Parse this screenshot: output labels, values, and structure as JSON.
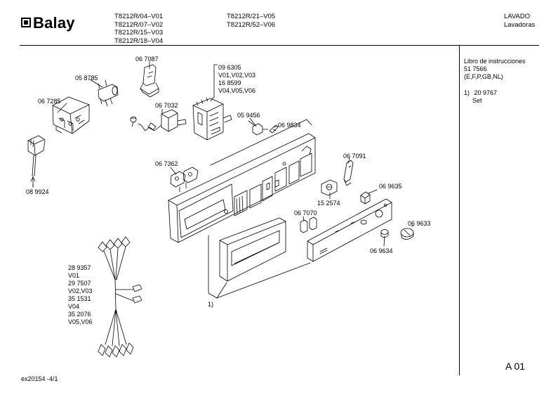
{
  "header": {
    "brand": "Balay",
    "models_col1": [
      "T8212R/04–V01",
      "T8212R/07–V02",
      "T8212R/15–V03",
      "T8212R/18–V04"
    ],
    "models_col2": [
      "T8212R/21–V05",
      "T8212R/52–V06"
    ],
    "category": "LAVADO",
    "subcategory": "Lavadoras"
  },
  "side_panel": {
    "lines": [
      "Libro de instrucciones",
      "51 7566",
      "(E,F,P,GB,NL)"
    ],
    "item_num": "1)",
    "item_code": "20 9767",
    "item_desc": "Set"
  },
  "parts": {
    "p067087": "06 7087",
    "p058785": "05 8785",
    "p067285": "06 7285",
    "p089924": "08 9924",
    "p067032": "06 7032",
    "p096305": [
      "09 6305",
      "V01,V02,V03",
      "16 8599",
      "V04,V05,V06"
    ],
    "p059456": "05 9456",
    "p069834": "06 9834",
    "p067362": "06 7362",
    "p067091": "06 7091",
    "p069635": "06 9635",
    "p152574": "15 2574",
    "p067070": "06 7070",
    "p069633": "06 9633",
    "p069634": "06 9634",
    "p289357": [
      "28 9357",
      "V01",
      "29 7507",
      "V02,V03",
      "35 1531",
      "V04",
      "35 2076",
      "V05,V06"
    ],
    "callout": "1)"
  },
  "footer": {
    "doc_id": "ex20154 -4/1",
    "page": "A 01"
  }
}
